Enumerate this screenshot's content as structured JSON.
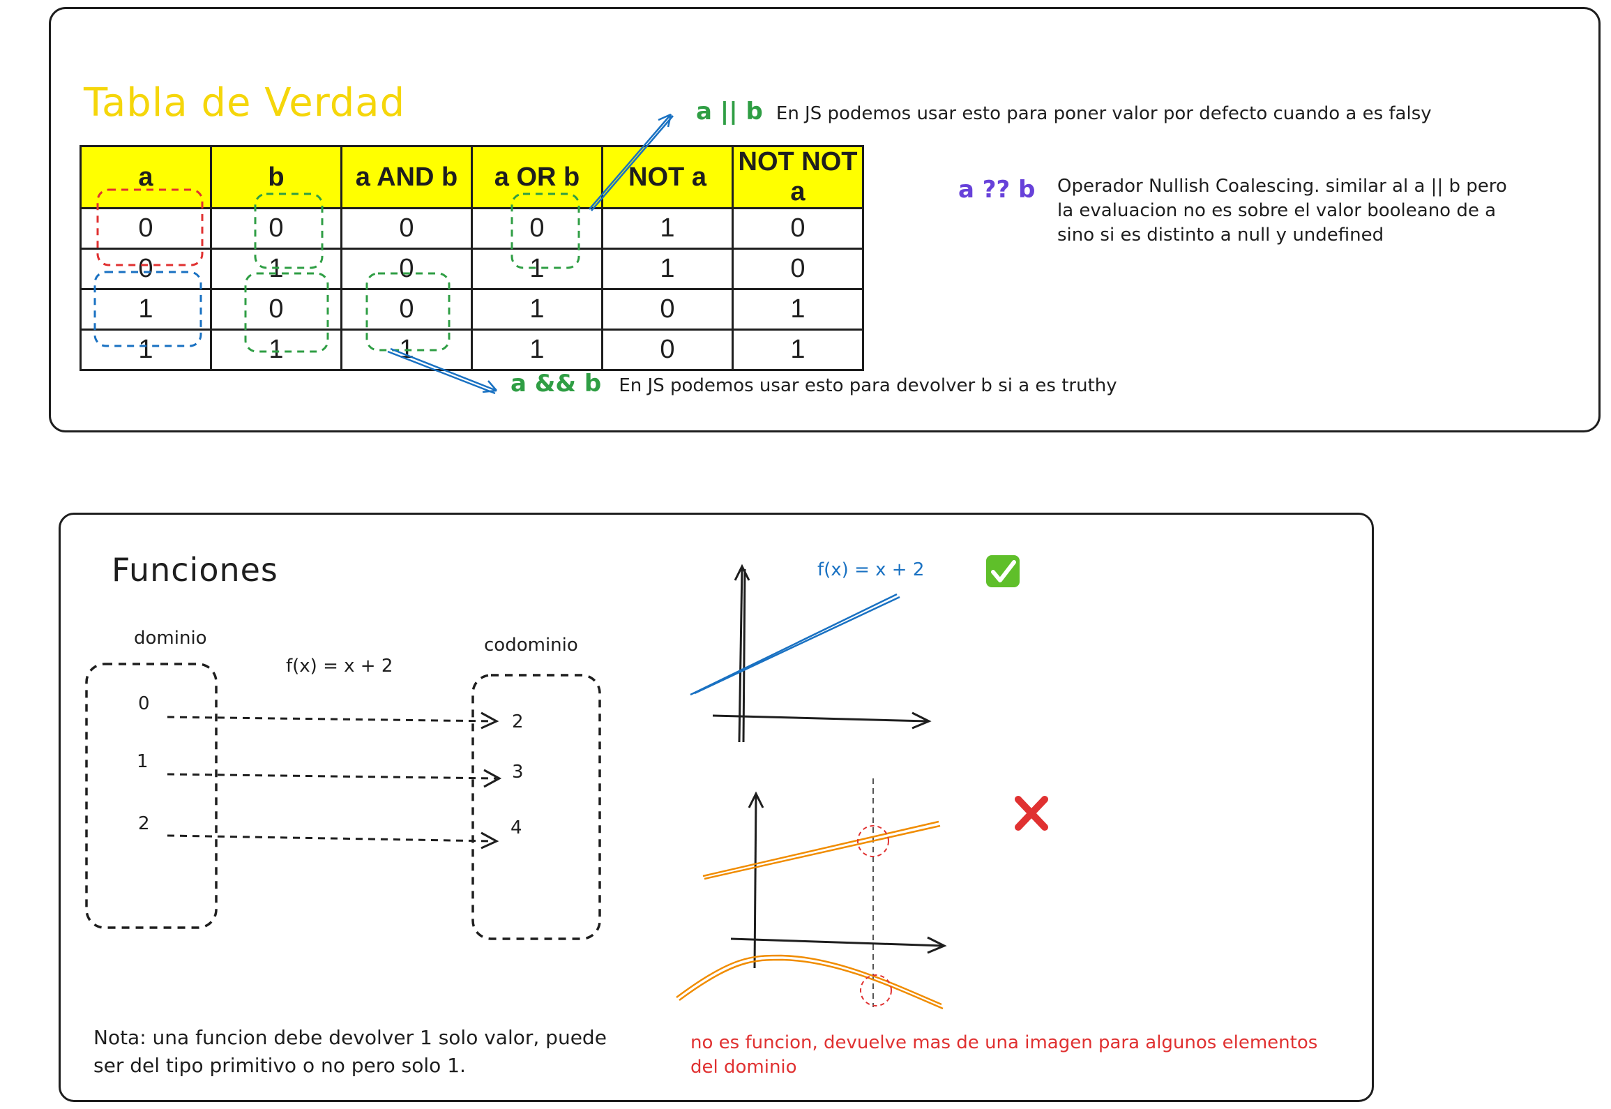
{
  "truth_section": {
    "title": "Tabla de Verdad",
    "title_color": "#f5d60a",
    "headers": [
      "a",
      "b",
      "a AND b",
      "a OR b",
      "NOT a",
      "NOT NOT a"
    ],
    "rows": [
      [
        "0",
        "0",
        "0",
        "0",
        "1",
        "0"
      ],
      [
        "0",
        "1",
        "0",
        "1",
        "1",
        "0"
      ],
      [
        "1",
        "0",
        "0",
        "1",
        "0",
        "1"
      ],
      [
        "1",
        "1",
        "1",
        "1",
        "0",
        "1"
      ]
    ],
    "header_color": "#ffff00",
    "or_note": {
      "op": "a || b",
      "text": "En JS podemos usar esto para poner valor por defecto cuando a es falsy",
      "color": "#2f9e44"
    },
    "nullish_note": {
      "op": "a ?? b",
      "lines": [
        "Operador Nullish Coalescing. similar al a || b pero",
        "la evaluacion no es sobre el valor booleano de a",
        "sino si es distinto a null y undefined"
      ],
      "color": "#6741d9"
    },
    "and_note": {
      "op": "a && b",
      "text": "En JS podemos usar esto para devolver b si a es truthy",
      "color": "#2f9e44"
    }
  },
  "functions_section": {
    "title": "Funciones",
    "domain_label": "dominio",
    "codomain_label": "codominio",
    "mapping_label": "f(x) = x + 2",
    "domain_values": [
      "0",
      "1",
      "2"
    ],
    "codomain_values": [
      "2",
      "3",
      "4"
    ],
    "graph_label": "f(x) = x + 2",
    "graph_color": "#1971c2",
    "check_icon": "white-check-mark",
    "cross_icon": "red-cross-mark",
    "curve_color": "#f08c00",
    "nota": [
      "Nota: una funcion debe devolver 1 solo valor, puede",
      "ser del tipo primitivo o no pero solo 1."
    ],
    "not_function": [
      "no es funcion, devuelve mas de una imagen para algunos elementos",
      "del dominio"
    ],
    "not_function_color": "#e03131"
  }
}
